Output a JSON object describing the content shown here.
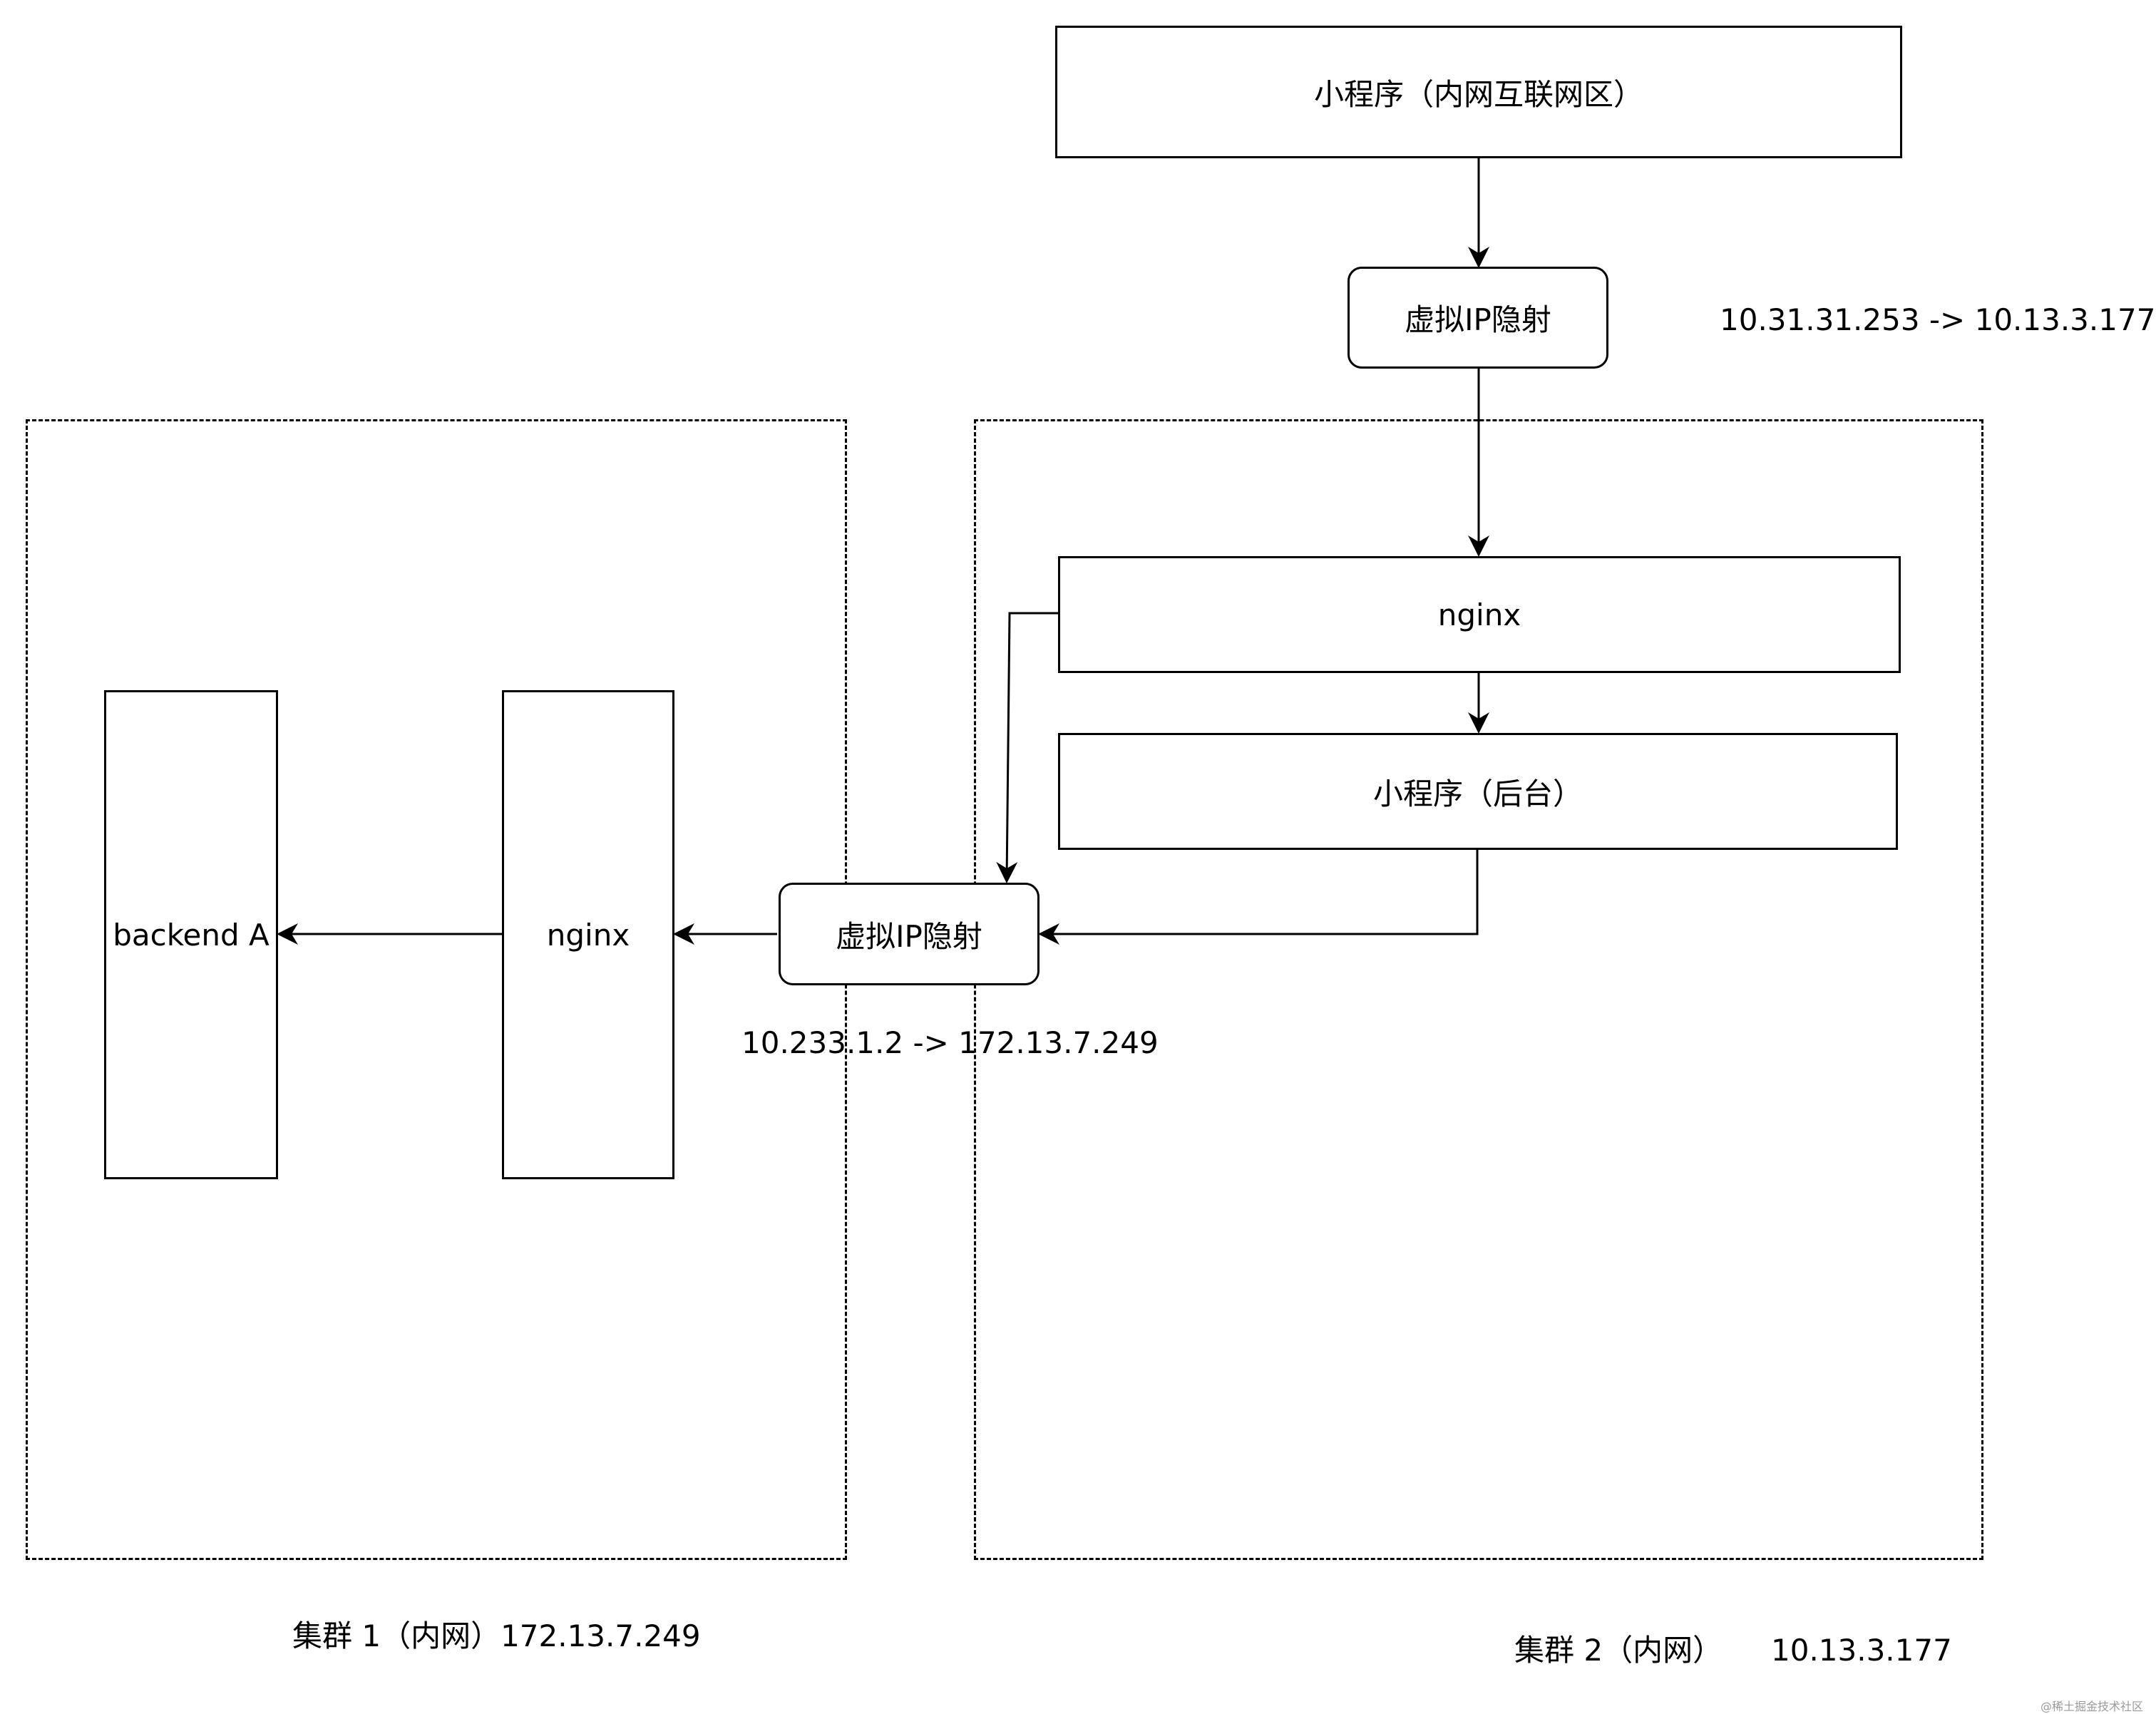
{
  "nodes": {
    "miniapp_internet": "小程序（内网互联网区）",
    "vip_top": "虚拟IP隐射",
    "nginx_cluster2": "nginx",
    "miniapp_backend": "小程序（后台）",
    "vip_bottom": "虚拟IP隐射",
    "nginx_cluster1": "nginx",
    "backend_a": "backend A"
  },
  "labels": {
    "mapping_top": "10.31.31.253  -> 10.13.3.177",
    "mapping_bottom": "10.233.1.2   -> 172.13.7.249",
    "cluster1_name": "集群 1（内网）172.13.7.249",
    "cluster2_name": "集群 2（内网）",
    "cluster2_ip": "10.13.3.177"
  },
  "edges": [
    {
      "from": "miniapp_internet",
      "to": "vip_top"
    },
    {
      "from": "vip_top",
      "to": "nginx_cluster2"
    },
    {
      "from": "nginx_cluster2",
      "to": "miniapp_backend"
    },
    {
      "from": "nginx_cluster2",
      "to": "vip_bottom"
    },
    {
      "from": "miniapp_backend",
      "to": "vip_bottom"
    },
    {
      "from": "vip_bottom",
      "to": "nginx_cluster1"
    },
    {
      "from": "nginx_cluster1",
      "to": "backend_a"
    }
  ],
  "watermark": "@稀土掘金技术社区"
}
